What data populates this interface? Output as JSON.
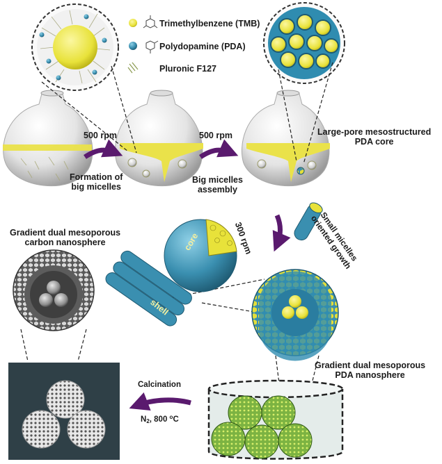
{
  "legend": {
    "tmb": "Trimethylbenzene (TMB)",
    "pda": "Polydopamine (PDA)",
    "f127": "Pluronic  F127"
  },
  "steps": {
    "rpm1": "500 rpm",
    "rpm2": "500 rpm",
    "rpm3": "300 rpm",
    "formation_line1": "Formation of",
    "formation_line2": "big micelles",
    "assembly_line1": "Big micelles",
    "assembly_line2": "assembly",
    "small_line1": "Small micelles",
    "small_line2": "oriented growth",
    "calcination": "Calcination",
    "cond_n": "N",
    "cond_sub": "2",
    "cond_temp": ", 800 ",
    "cond_deg": "o",
    "cond_c": "C"
  },
  "labels": {
    "core_line1": "Large-pore mesostructured",
    "core_line2": "PDA core",
    "carbon_line1": "Gradient dual mesoporous",
    "carbon_line2": "carbon  nanosphere",
    "pda_line1": "Gradient dual mesoporous",
    "pda_line2": "PDA nanosphere",
    "core_tag": "core",
    "shell_tag": "shell"
  },
  "colors": {
    "tmb_yellow": "#e8e23a",
    "pda_blue": "#3a8fb0",
    "arrow_purple": "#5a1a6e",
    "dark_panel": "#2f4047",
    "green_sphere": "#6aa536"
  }
}
